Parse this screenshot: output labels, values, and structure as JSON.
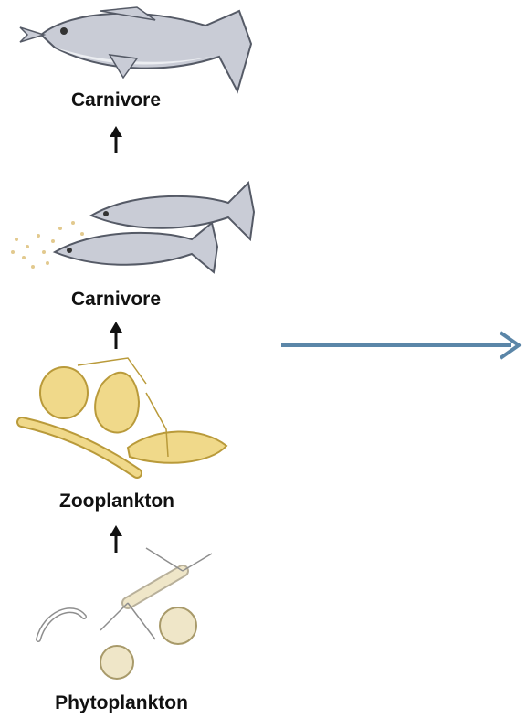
{
  "food_chain": {
    "levels": [
      {
        "label": "Carnivore",
        "organism": "tuna-icon"
      },
      {
        "label": "Carnivore",
        "organism": "small-fish-icon"
      },
      {
        "label": "Zooplankton",
        "organism": "zooplankton-icon"
      },
      {
        "label": "Phytoplankton",
        "organism": "phytoplankton-icon"
      }
    ]
  },
  "colors": {
    "fish_body": "#c9ccd6",
    "fish_belly": "#eceef2",
    "fish_outline": "#555a66",
    "plankton": "#f0d98a",
    "plankton_outline": "#b99a3a",
    "phyto": "#efe6c8",
    "arrow_blue": "#5b86a8",
    "text": "#111111"
  }
}
